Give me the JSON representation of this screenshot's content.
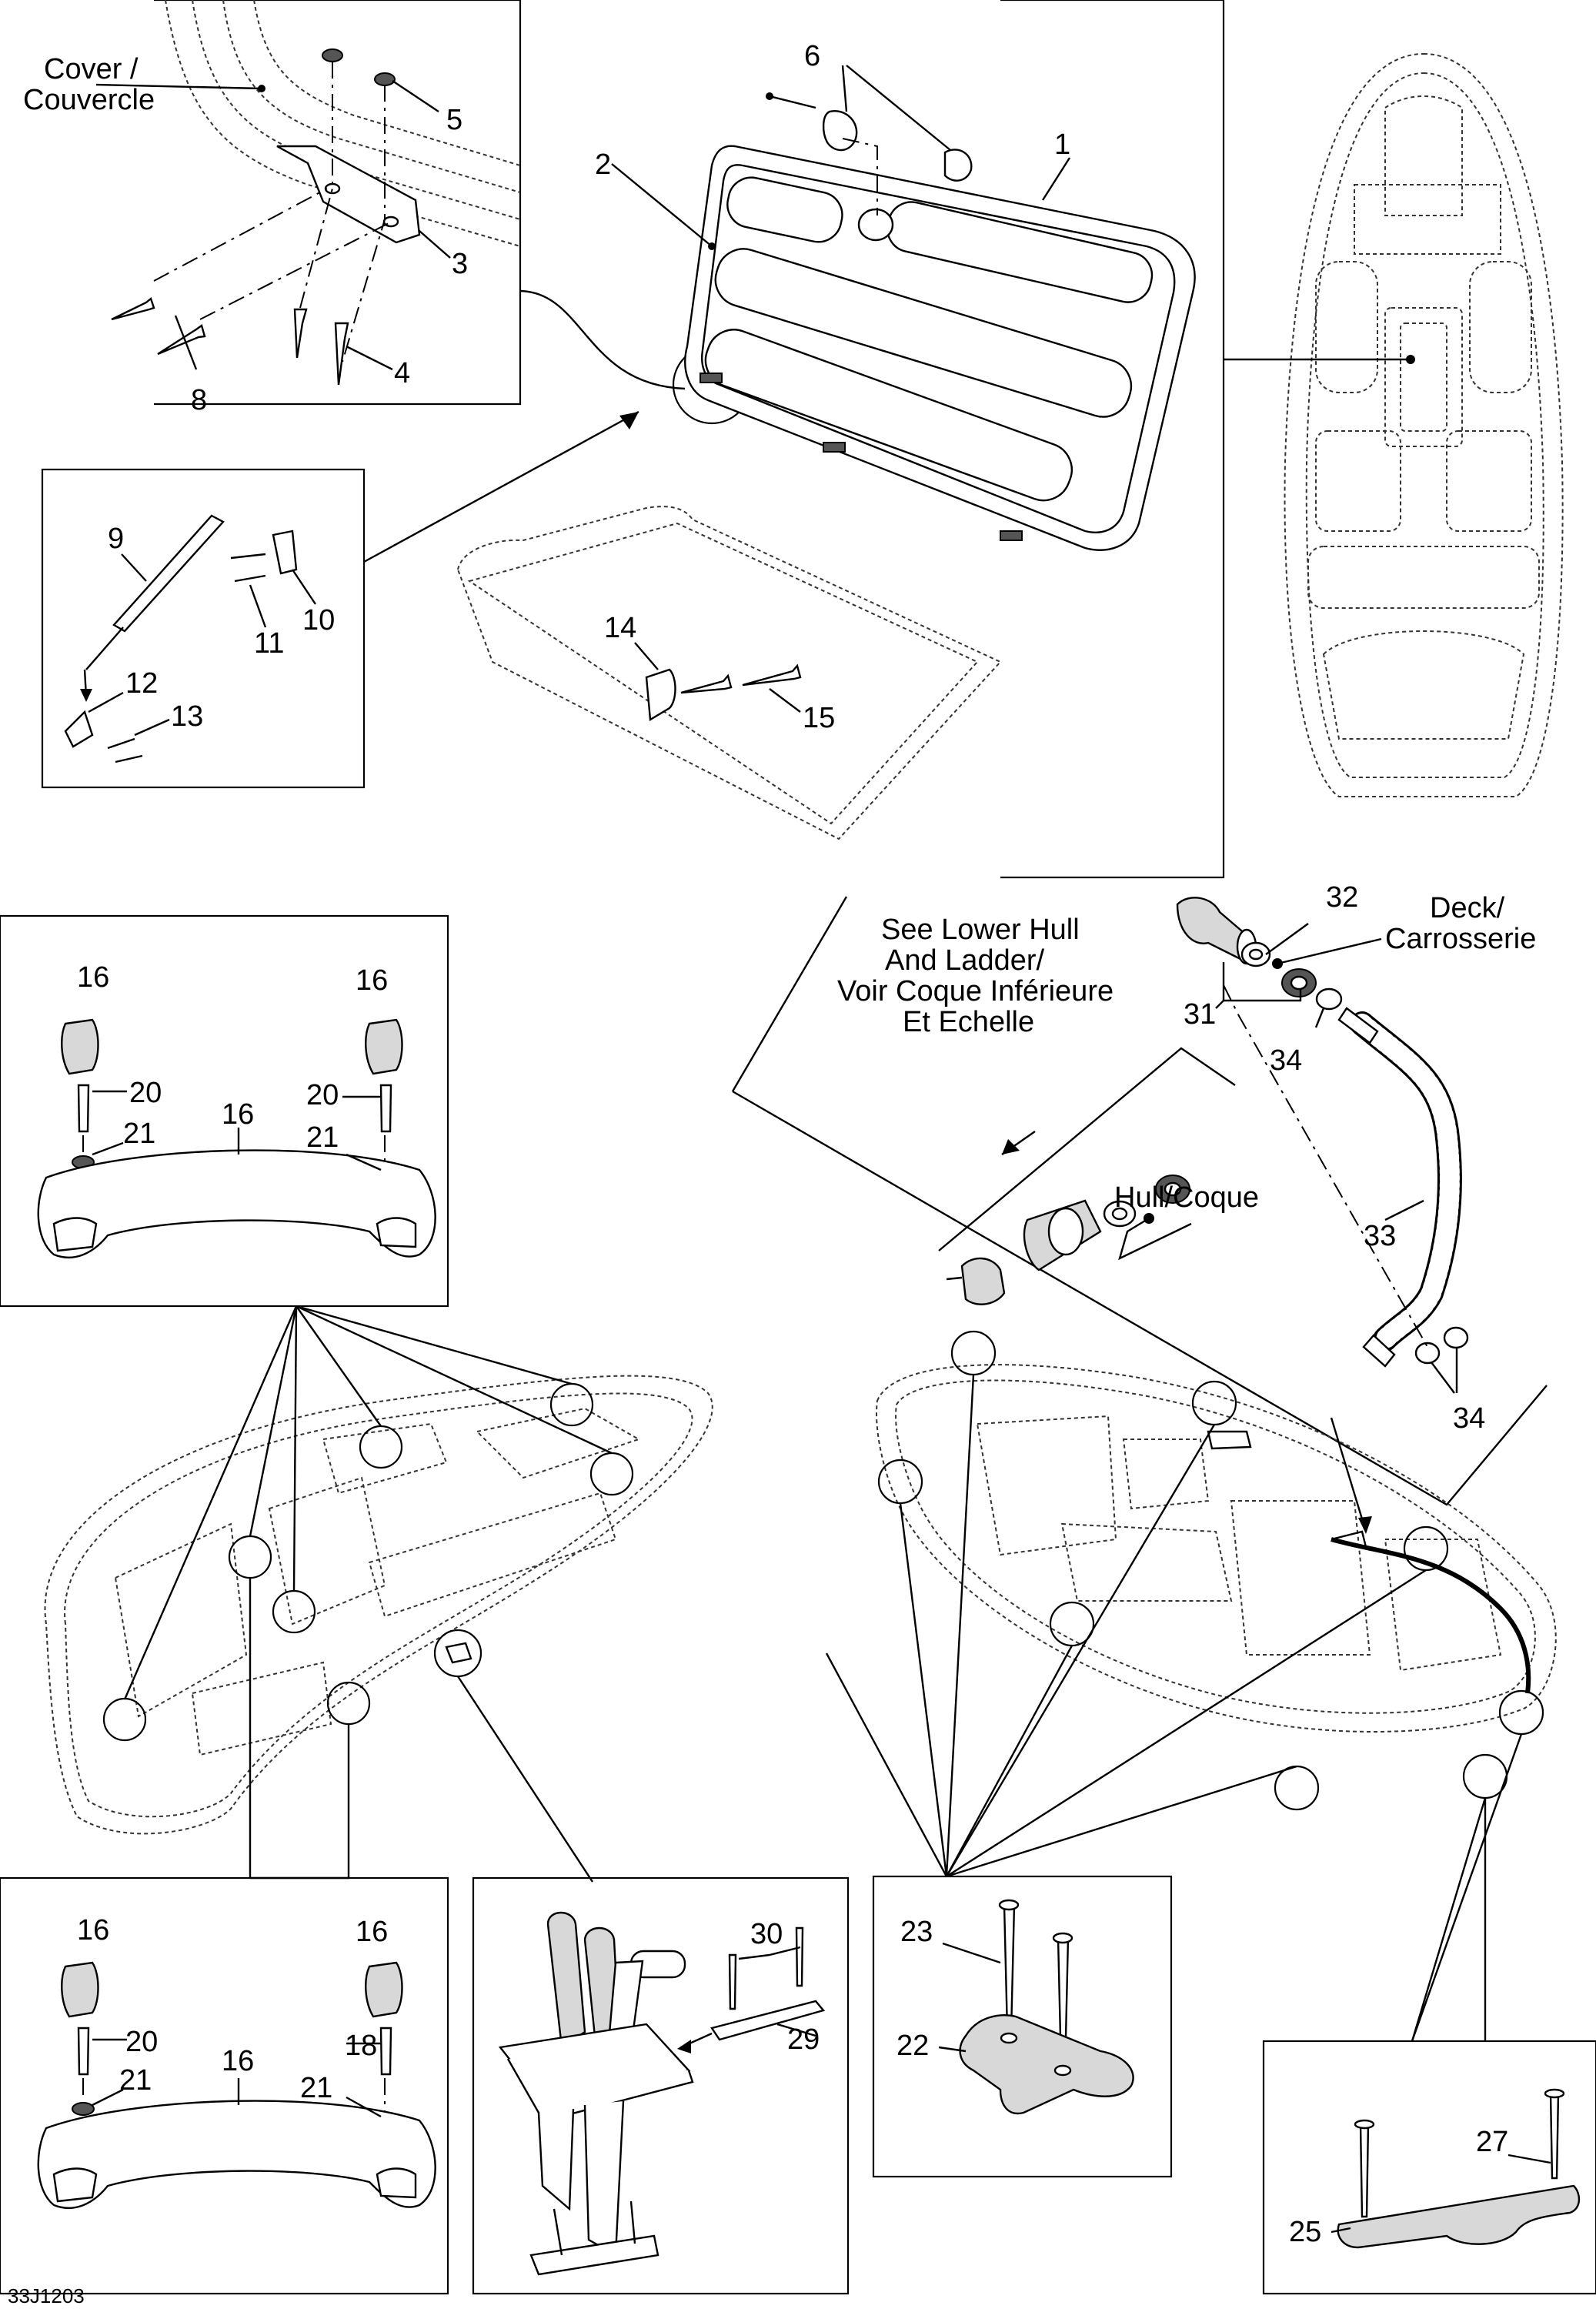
{
  "image_code": "33J1203",
  "labels": {
    "cover": [
      "Cover /",
      "Couvercle"
    ],
    "see_lower_hull": [
      "See Lower Hull",
      "And Ladder/",
      "Voir Coque Inférieure",
      "Et Echelle"
    ],
    "deck": [
      "Deck/",
      "Carrosserie"
    ],
    "hull": "Hull/Coque"
  },
  "callouts": {
    "c1": "1",
    "c2": "2",
    "c3": "3",
    "c4": "4",
    "c5": "5",
    "c6": "6",
    "c8": "8",
    "c9": "9",
    "c10": "10",
    "c11": "11",
    "c12": "12",
    "c13": "13",
    "c14": "14",
    "c15": "15",
    "c16a": "16",
    "c16b": "16",
    "c16c": "16",
    "c20a": "20",
    "c20b": "20",
    "c21a": "21",
    "c21b": "21",
    "c16d": "16",
    "c16e": "16",
    "c16f": "16",
    "c20c": "20",
    "c18": "18",
    "c21c": "21",
    "c21d": "21",
    "c22": "22",
    "c23": "23",
    "c25": "25",
    "c27": "27",
    "c29": "29",
    "c30": "30",
    "c31": "31",
    "c32": "32",
    "c33": "33",
    "c34a": "34",
    "c34b": "34"
  }
}
